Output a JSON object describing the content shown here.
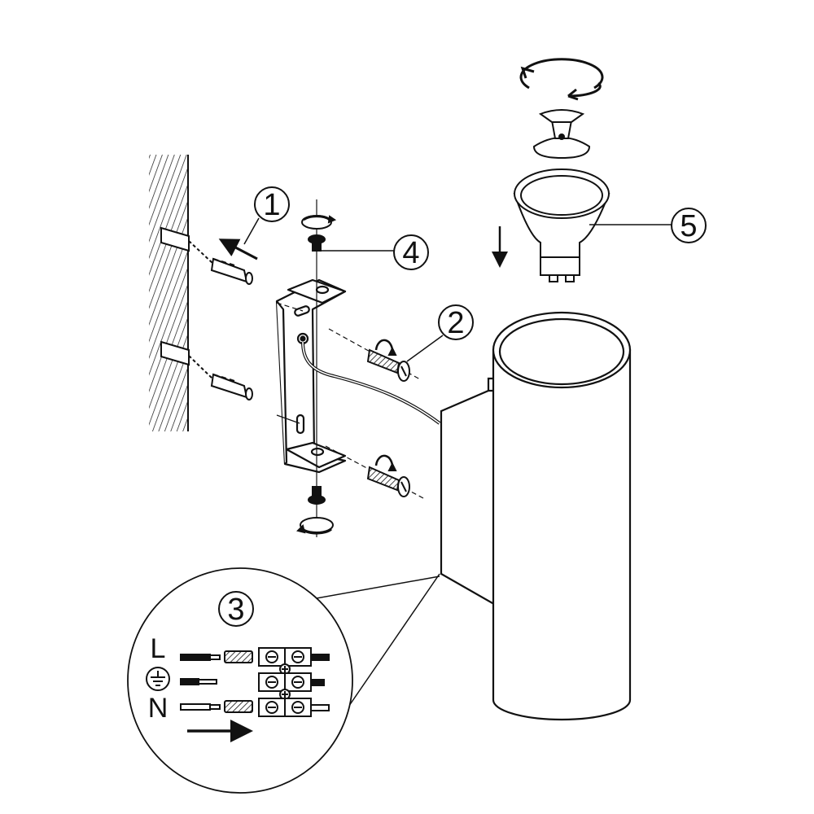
{
  "callouts": {
    "step_1": "1",
    "step_2": "2",
    "step_3": "3",
    "step_4": "4",
    "step_5": "5"
  },
  "wiring": {
    "live": "L",
    "neutral": "N",
    "earth_icon": "earth-ground-icon"
  },
  "colors": {
    "line": "#111111",
    "background": "#ffffff"
  }
}
